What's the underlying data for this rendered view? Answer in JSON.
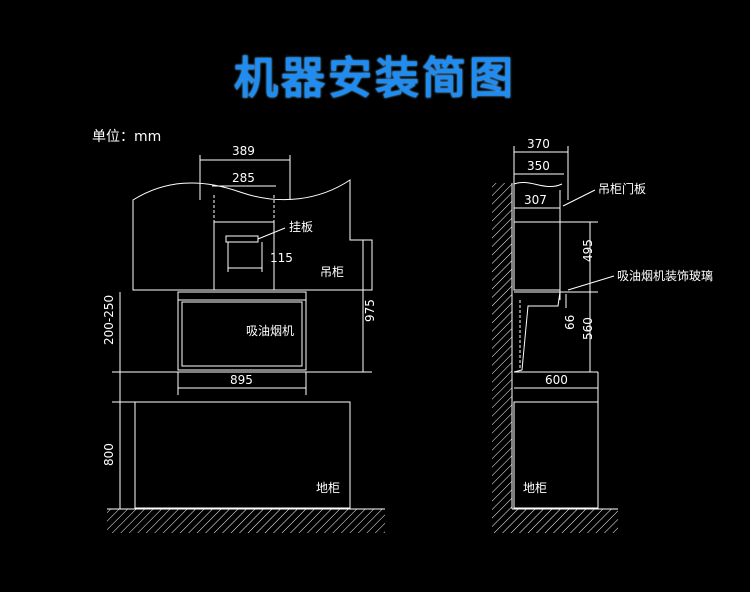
{
  "title": "机器安装简图",
  "unit": "单位：mm",
  "front": {
    "dim_389": "389",
    "dim_285": "285",
    "dim_115": "115",
    "dim_895": "895",
    "dim_975": "975",
    "dim_200_250": "200-250",
    "dim_800": "800",
    "label_hanging_plate": "挂板",
    "label_wall_cabinet": "吊柜",
    "label_range_hood": "吸油烟机",
    "label_floor_cabinet": "地柜"
  },
  "side": {
    "dim_370": "370",
    "dim_350": "350",
    "dim_307": "307",
    "dim_495": "495",
    "dim_560": "560",
    "dim_66": "66",
    "dim_600": "600",
    "label_cabinet_door": "吊柜门板",
    "label_glass": "吸油烟机装饰玻璃",
    "label_floor_cabinet": "地柜"
  }
}
